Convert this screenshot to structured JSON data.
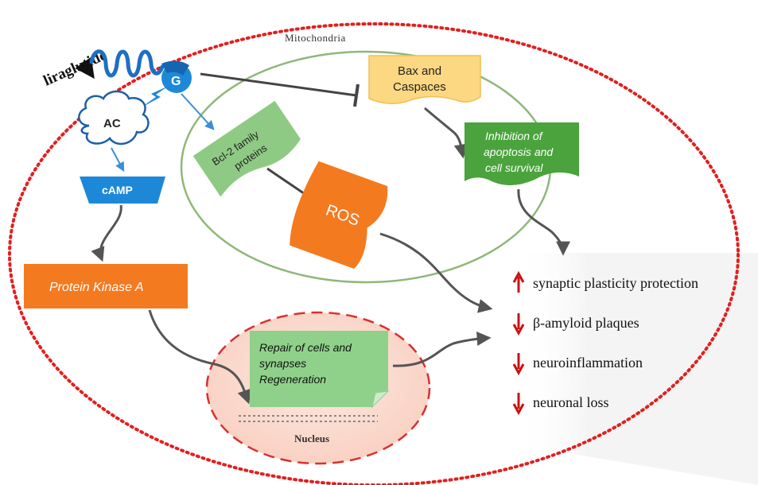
{
  "ligand": {
    "label": "liraglutide"
  },
  "receptor": {
    "g_label": "G"
  },
  "ac": {
    "label": "AC"
  },
  "camp": {
    "label": "cAMP"
  },
  "pka": {
    "label": "Protein Kinase A"
  },
  "mitochondria": {
    "label": "Mitochondria"
  },
  "bcl2": {
    "line1": "Bcl-2 family",
    "line2": "proteins"
  },
  "bax": {
    "line1": "Bax and",
    "line2": "Caspaces"
  },
  "inhibition": {
    "line1": "Inhibition of",
    "line2": "apoptosis and",
    "line3": "cell survival"
  },
  "ros": {
    "label": "ROS"
  },
  "repair": {
    "line1": "Repair of cells and",
    "line2": "synapses",
    "line3": "Regeneration"
  },
  "nucleus": {
    "label": "Nucleus"
  },
  "outcomes": [
    {
      "direction": "up",
      "label": "synaptic plasticity protection"
    },
    {
      "direction": "down",
      "label": "β-amyloid plaques"
    },
    {
      "direction": "down",
      "label": "neuroinflammation"
    },
    {
      "direction": "down",
      "label": "neuronal loss"
    }
  ],
  "colors": {
    "cell_border": "#e02020",
    "mito_border": "#8fb77a",
    "nucleus_fill": "#fbe0d6",
    "nucleus_border": "#d93030",
    "orange": "#f47a20",
    "green_dark": "#4aa33c",
    "green_light": "#8fca84",
    "yellow": "#fdd882",
    "blue": "#1e88d8",
    "arrow_red": "#cc1010",
    "connector": "#555555"
  }
}
